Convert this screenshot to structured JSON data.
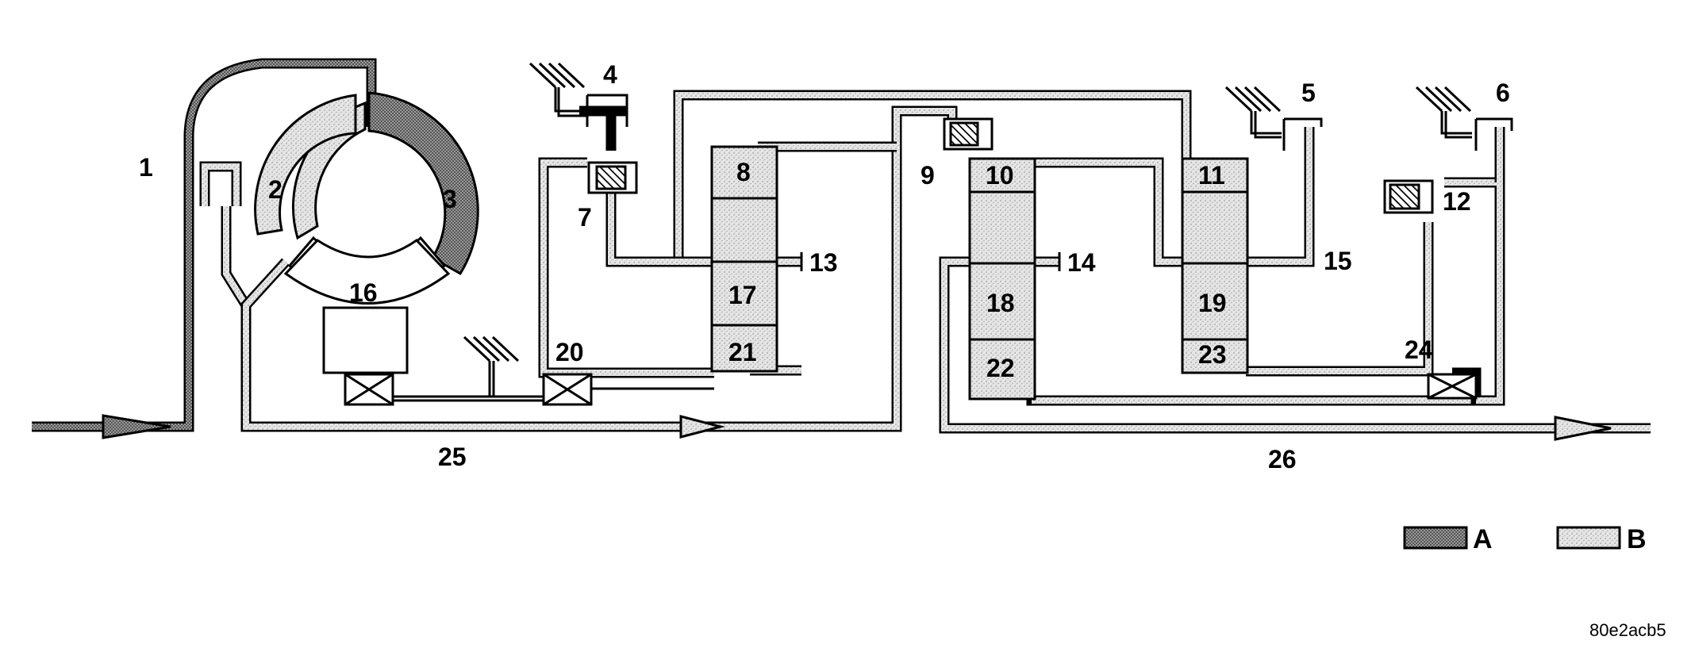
{
  "diagram": {
    "labels": {
      "l1": "1",
      "l2": "2",
      "l3": "3",
      "l4": "4",
      "l5": "5",
      "l6": "6",
      "l7": "7",
      "l8": "8",
      "l9": "9",
      "l10": "10",
      "l11": "11",
      "l12": "12",
      "l13": "13",
      "l14": "14",
      "l15": "15",
      "l16": "16",
      "l17": "17",
      "l18": "18",
      "l19": "19",
      "l20": "20",
      "l21": "21",
      "l22": "22",
      "l23": "23",
      "l24": "24",
      "l25": "25",
      "l26": "26"
    },
    "legend": {
      "a": {
        "label": "A",
        "fill": "#6e6e6e"
      },
      "b": {
        "label": "B",
        "fill": "#e2e2e2"
      }
    },
    "code": "80e2acb5"
  }
}
